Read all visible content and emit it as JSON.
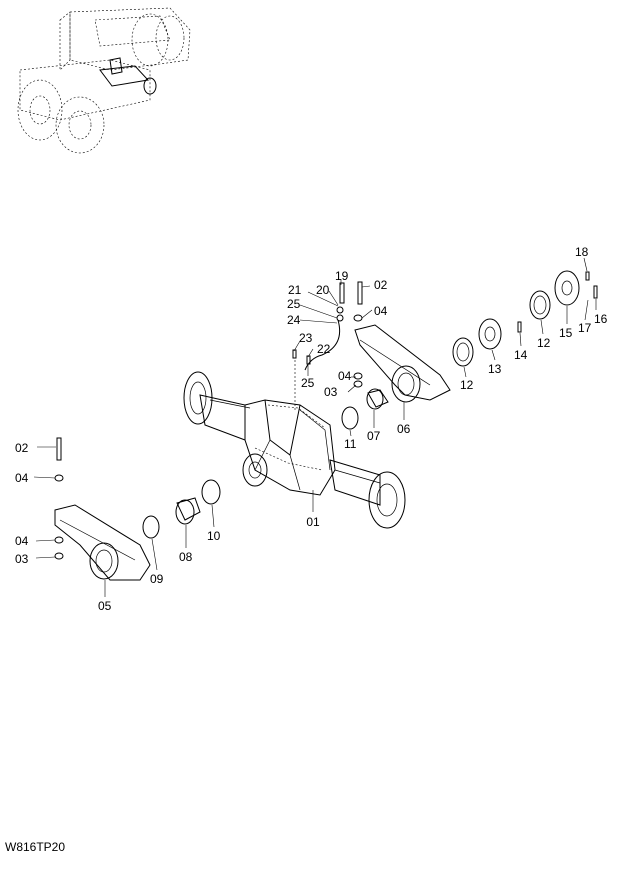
{
  "reference_code": "W816TP20",
  "part_labels": {
    "p01": "01",
    "p02a": "02",
    "p02b": "02",
    "p03a": "03",
    "p03b": "03",
    "p04a": "04",
    "p04b": "04",
    "p04c": "04",
    "p04d": "04",
    "p05": "05",
    "p06": "06",
    "p07": "07",
    "p08": "08",
    "p09": "09",
    "p10": "10",
    "p11": "11",
    "p12a": "12",
    "p12b": "12",
    "p13": "13",
    "p14": "14",
    "p15": "15",
    "p16": "16",
    "p17": "17",
    "p18": "18",
    "p19": "19",
    "p20": "20",
    "p21": "21",
    "p22": "22",
    "p23": "23",
    "p24": "24",
    "p25a": "25",
    "p25b": "25"
  }
}
